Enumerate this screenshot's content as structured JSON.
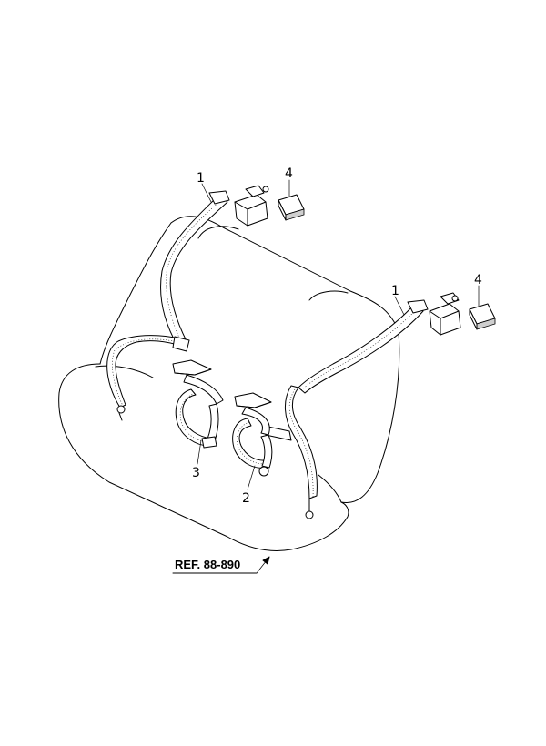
{
  "callouts": {
    "belt_left": "1",
    "belt_right": "1",
    "buckle_center": "2",
    "buckle_left": "3",
    "bracket_left": "4",
    "bracket_right": "4"
  },
  "reference": "REF. 88-890"
}
